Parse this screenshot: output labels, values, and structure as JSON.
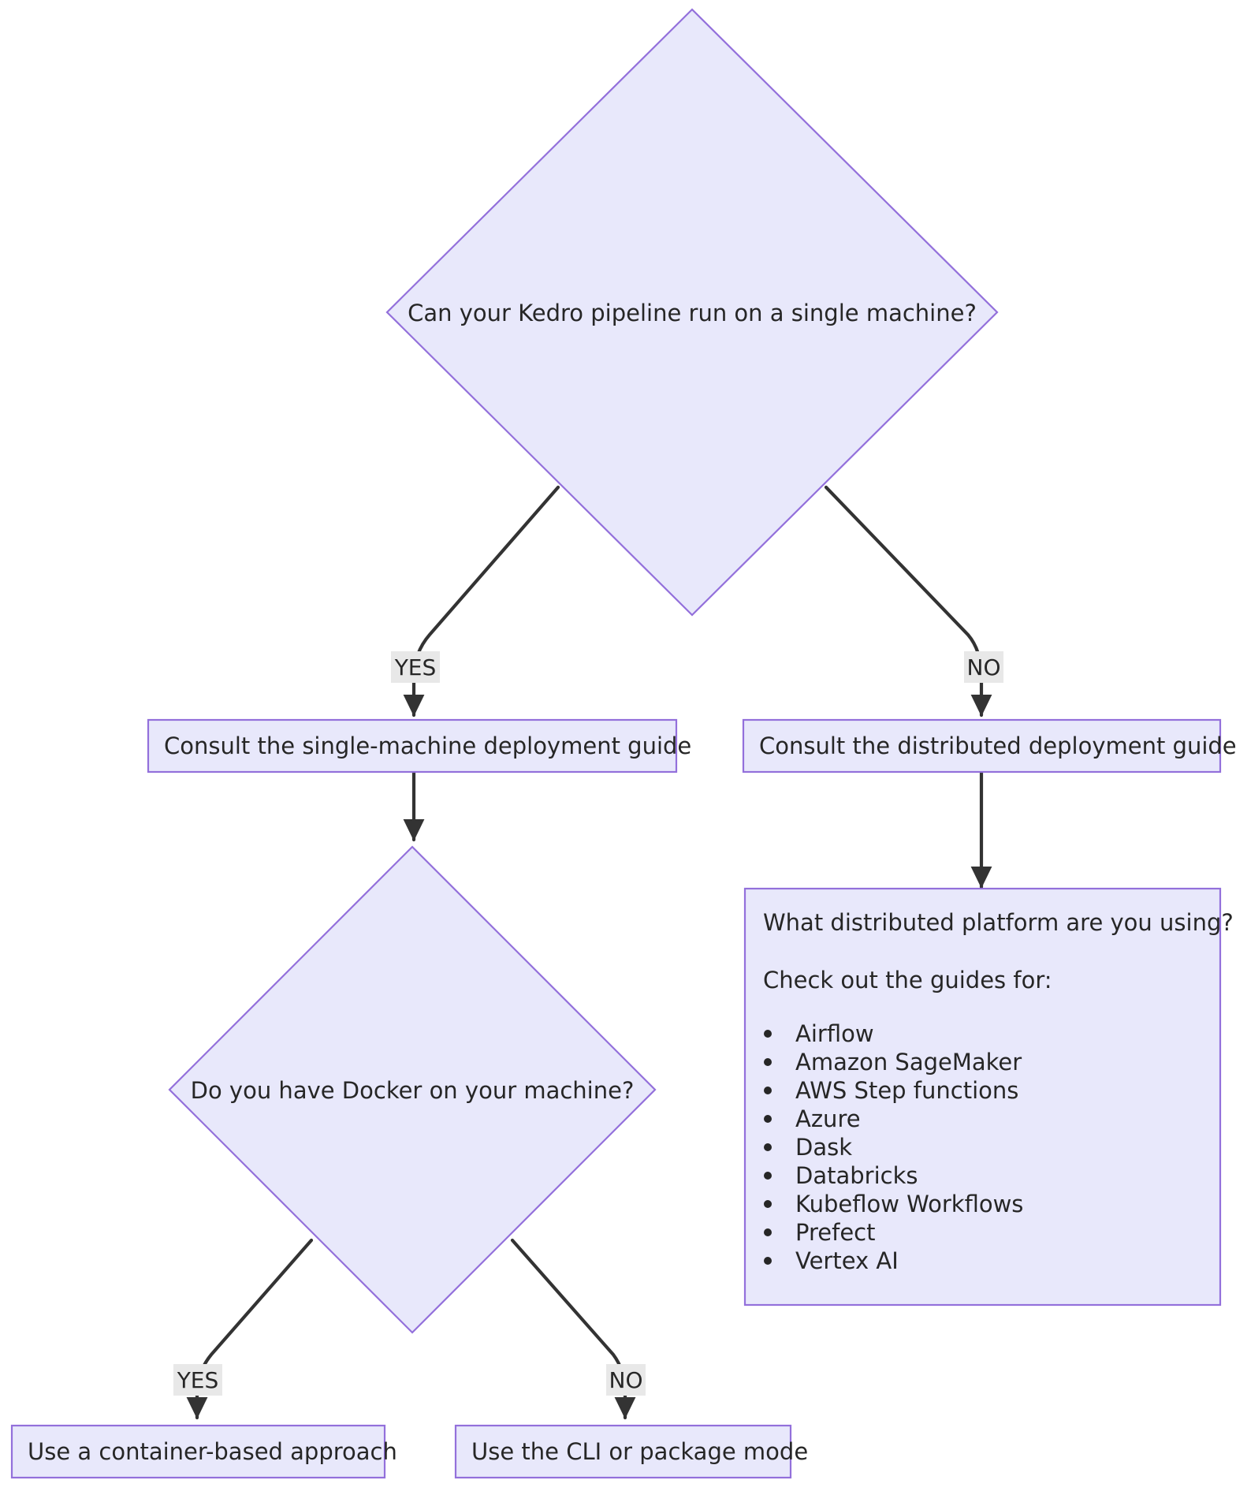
{
  "diagram": {
    "type": "flowchart",
    "title": "Kedro deployment decision flowchart",
    "orientation": "top-down",
    "colors": {
      "node_fill": "#e8e8fb",
      "node_border": "#9370db",
      "edge_stroke": "#333333",
      "text": "#262626",
      "edge_label_bg": "#e8e8e8",
      "background": "#ffffff"
    },
    "nodes": {
      "single_machine_question": {
        "shape": "diamond",
        "text": "Can your Kedro pipeline run on a single machine?"
      },
      "single_machine_guide": {
        "shape": "rect",
        "text": "Consult the single-machine deployment guide"
      },
      "distributed_guide": {
        "shape": "rect",
        "text": "Consult the distributed deployment guide"
      },
      "distributed_platform": {
        "shape": "rect",
        "heading": "What distributed platform are you using?",
        "subheading": "Check out the guides for:",
        "bullets": [
          "Airflow",
          "Amazon SageMaker",
          "AWS Step functions",
          "Azure",
          "Dask",
          "Databricks",
          "Kubeflow Workflows",
          "Prefect",
          "Vertex AI"
        ]
      },
      "docker_question": {
        "shape": "diamond",
        "text": "Do you have Docker on your machine?"
      },
      "container_approach": {
        "shape": "rect",
        "text": "Use a container-based approach"
      },
      "cli_package_mode": {
        "shape": "rect",
        "text": "Use the CLI or package mode"
      }
    },
    "edge_labels": {
      "single_machine_yes": "YES",
      "single_machine_no": "NO",
      "docker_yes": "YES",
      "docker_no": "NO"
    }
  }
}
